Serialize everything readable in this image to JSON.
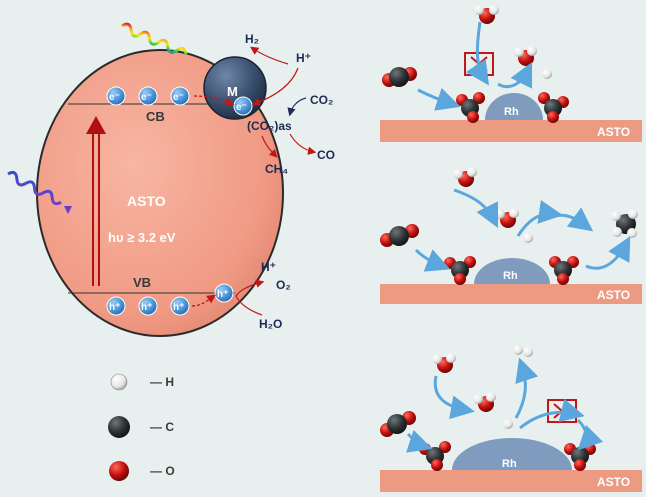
{
  "mechanism": {
    "catalyst_label": "ASTO",
    "cocatalyst_label": "M",
    "cb_label": "CB",
    "vb_label": "VB",
    "photon_energy": "hυ ≥ 3.2 eV",
    "electron_label": "e⁻",
    "hole_label": "h⁺",
    "h2_label": "H₂",
    "h_plus_label": "H⁺",
    "co2_label": "CO₂",
    "co2_adsorbed_label": "(CO₂)as",
    "ch4_label": "CH₄",
    "co_label": "CO",
    "vb_h_plus_label": "H⁺",
    "o2_label": "O₂",
    "h2o_label": "H₂O"
  },
  "legend": [
    {
      "symbol": "H",
      "label": "— H",
      "color": "#ffffff"
    },
    {
      "symbol": "C",
      "label": "— C",
      "color": "#2f3336"
    },
    {
      "symbol": "O",
      "label": "— O",
      "color": "#c40f0f"
    }
  ],
  "panels": [
    {
      "substrate_label": "ASTO",
      "rh_label": "Rh"
    },
    {
      "substrate_label": "ASTO",
      "rh_label": "Rh"
    },
    {
      "substrate_label": "ASTO",
      "rh_label": "Rh"
    }
  ],
  "colors": {
    "background": "#e8f0ef",
    "asto": "#f2a08c",
    "substrate": "#ec9a82",
    "rh": "#7f9cbf",
    "carrier": "#4a95d8",
    "arrow_red": "#c01818",
    "flow_arrow": "#5ba7dd"
  }
}
